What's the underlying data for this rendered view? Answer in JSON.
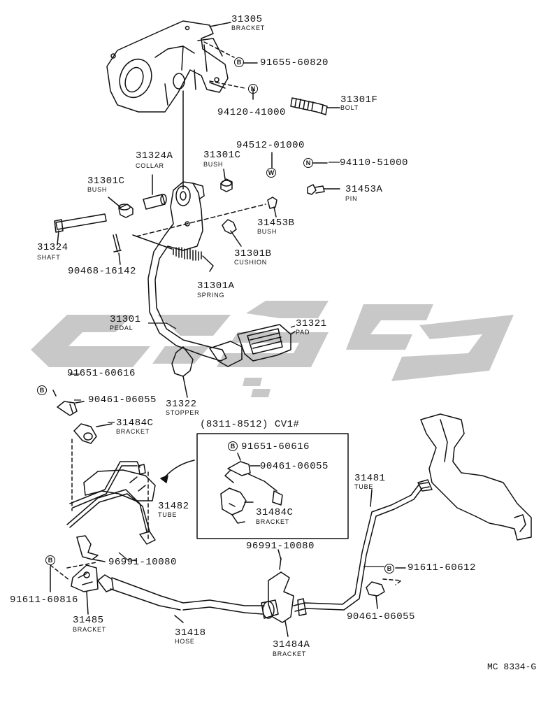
{
  "parts": [
    {
      "id": "p31305",
      "number": "31305",
      "name": "BRACKET"
    },
    {
      "id": "p91655",
      "number": "91655-60820",
      "name": ""
    },
    {
      "id": "p94120",
      "number": "94120-41000",
      "name": ""
    },
    {
      "id": "p31301F",
      "number": "31301F",
      "name": "BOLT"
    },
    {
      "id": "p94512",
      "number": "94512-01000",
      "name": ""
    },
    {
      "id": "p94110",
      "number": "94110-51000",
      "name": ""
    },
    {
      "id": "p31324A",
      "number": "31324A",
      "name": "COLLAR"
    },
    {
      "id": "p31301C_a",
      "number": "31301C",
      "name": "BUSH"
    },
    {
      "id": "p31301C_b",
      "number": "31301C",
      "name": "BUSH"
    },
    {
      "id": "p31453A",
      "number": "31453A",
      "name": "PIN"
    },
    {
      "id": "p31453B",
      "number": "31453B",
      "name": "BUSH"
    },
    {
      "id": "p31324",
      "number": "31324",
      "name": "SHAFT"
    },
    {
      "id": "p31301B",
      "number": "31301B",
      "name": "CUSHION"
    },
    {
      "id": "p90468",
      "number": "90468-16142",
      "name": ""
    },
    {
      "id": "p31301A",
      "number": "31301A",
      "name": "SPRING"
    },
    {
      "id": "p31301",
      "number": "31301",
      "name": "PEDAL"
    },
    {
      "id": "p31321",
      "number": "31321",
      "name": "PAD"
    },
    {
      "id": "p91651a",
      "number": "91651-60616",
      "name": ""
    },
    {
      "id": "p90461a",
      "number": "90461-06055",
      "name": ""
    },
    {
      "id": "p31322",
      "number": "31322",
      "name": "STOPPER"
    },
    {
      "id": "p31484C",
      "number": "31484C",
      "name": "BRACKET"
    },
    {
      "id": "p91651b",
      "number": "91651-60616",
      "name": ""
    },
    {
      "id": "p90461b",
      "number": "90461-06055",
      "name": ""
    },
    {
      "id": "p31484C_b",
      "number": "31484C",
      "name": "BRACKET"
    },
    {
      "id": "p31482",
      "number": "31482",
      "name": "TUBE"
    },
    {
      "id": "p31481",
      "number": "31481",
      "name": "TUBE"
    },
    {
      "id": "p96991a",
      "number": "96991-10080",
      "name": ""
    },
    {
      "id": "p96991b",
      "number": "96991-10080",
      "name": ""
    },
    {
      "id": "p91611a",
      "number": "91611-60816",
      "name": ""
    },
    {
      "id": "p91611b",
      "number": "91611-60612",
      "name": ""
    },
    {
      "id": "p31485",
      "number": "31485",
      "name": "BRACKET"
    },
    {
      "id": "p31418",
      "number": "31418",
      "name": "HOSE"
    },
    {
      "id": "p31484A",
      "number": "31484A",
      "name": "BRACKET"
    },
    {
      "id": "p90461c",
      "number": "90461-06055",
      "name": ""
    }
  ],
  "inset": {
    "title": "(8311-8512) CV1#"
  },
  "symbols": {
    "b": "B",
    "n": "N",
    "w": "W"
  },
  "drawing_code": "MC 8334-G",
  "watermark": {
    "color": "#c8c8c8"
  }
}
